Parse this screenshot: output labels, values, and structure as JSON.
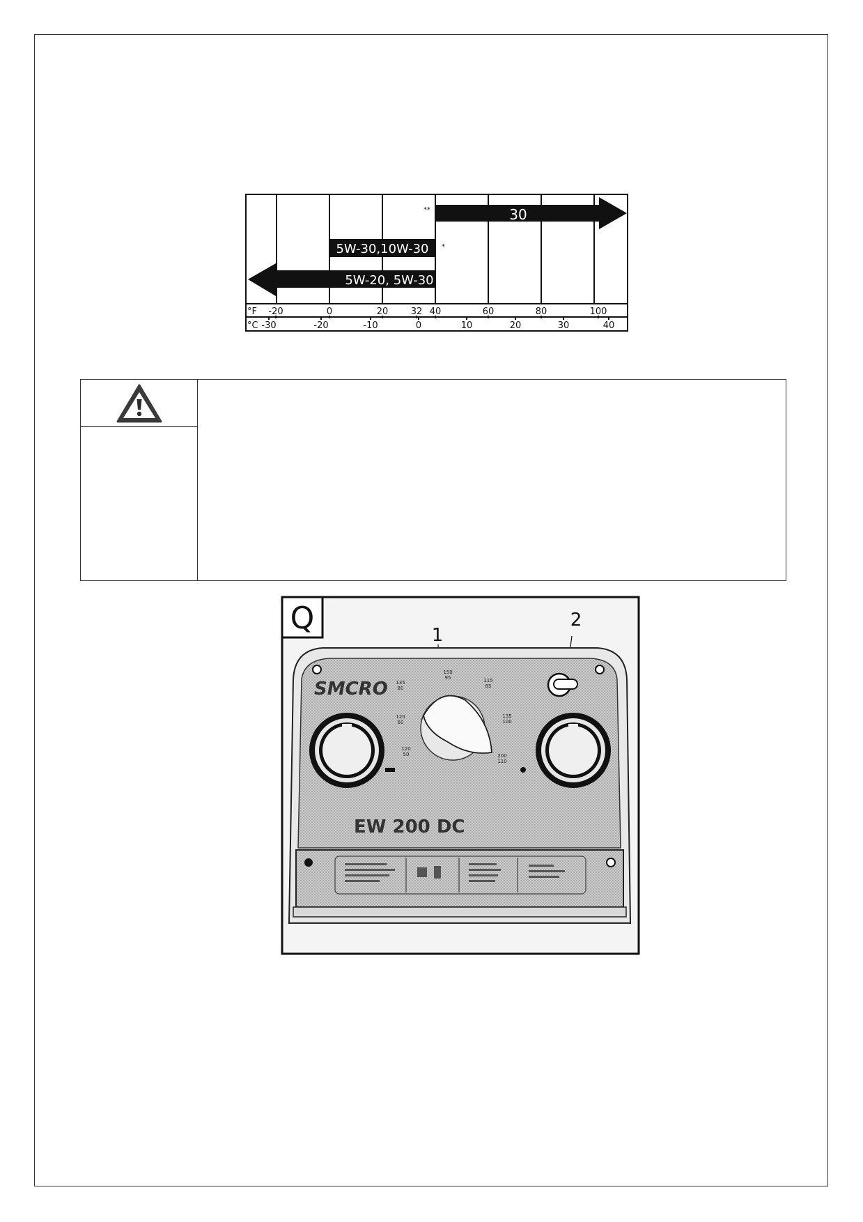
{
  "oil_chart": {
    "arrow_30_label": "30",
    "arrow_30_mark": "**",
    "bar_mid_label": "5W-30,10W-30",
    "bar_mid_mark": "*",
    "arrow_low_label": "5W-20, 5W-30",
    "fahrenheit_unit": "°F",
    "celsius_unit": "°C",
    "fahrenheit_ticks": [
      "-20",
      "0",
      "20",
      "32",
      "40",
      "60",
      "80",
      "100"
    ],
    "celsius_ticks": [
      "-30",
      "-20",
      "-10",
      "0",
      "10",
      "20",
      "30",
      "40"
    ]
  },
  "warning_box": {
    "icon": "warning-triangle-icon",
    "text": ""
  },
  "panel_figure": {
    "corner_letter": "Q",
    "callout_1": "1",
    "callout_2": "2",
    "brand_text": "SMCRO",
    "model_text": "EW 200 DC",
    "dial_labels": [
      "135 80",
      "150 95",
      "115 85",
      "120 60",
      "135 100",
      "120 50",
      "200 110"
    ]
  }
}
